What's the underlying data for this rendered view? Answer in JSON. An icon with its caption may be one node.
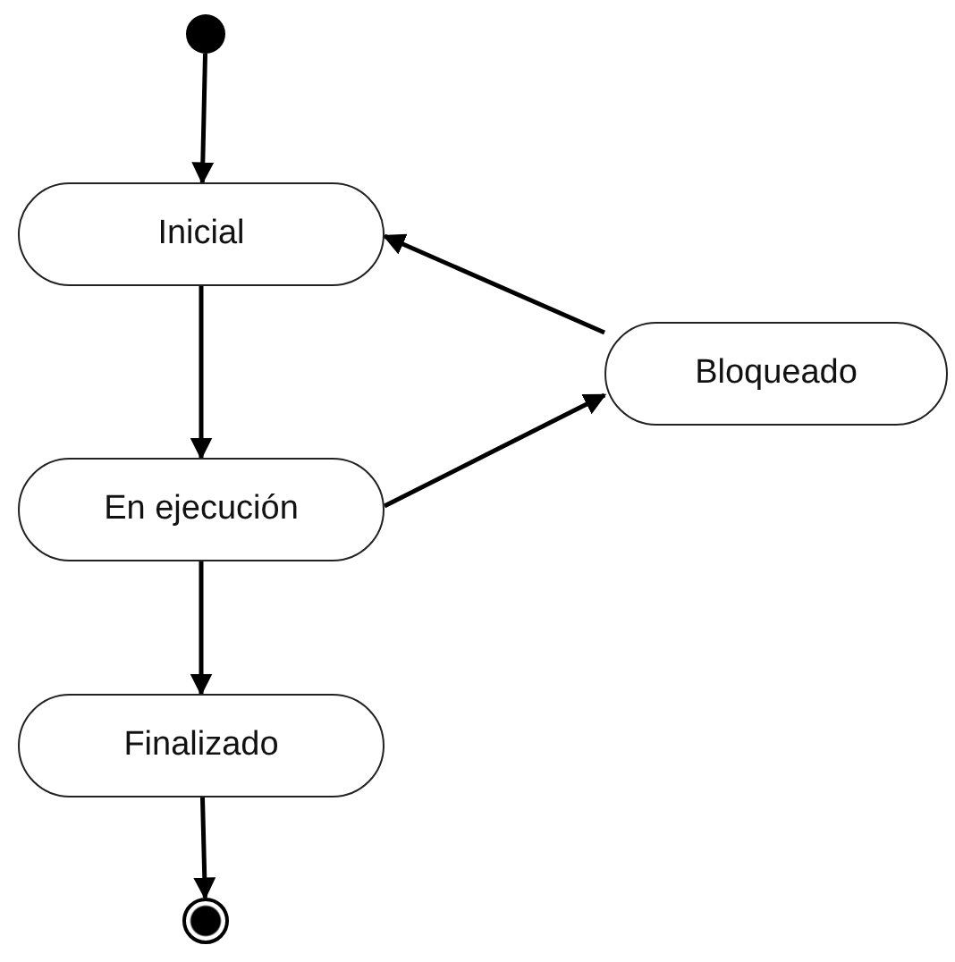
{
  "diagram": {
    "nodes": [
      {
        "text": [],
        "shape": "circle"
      },
      {
        "text": [
          "Inicial"
        ]
      },
      {
        "text": [
          "En ejecución"
        ]
      },
      {
        "text": [
          "Bloqueado"
        ]
      },
      {
        "text": [
          "Finalizado"
        ]
      },
      {
        "text": [],
        "shape": "circle"
      }
    ],
    "edges": [
      {
        "from": 0,
        "to": 1,
        "arrow": "to"
      },
      {
        "from": 1,
        "to": 2,
        "arrow": "to"
      },
      {
        "from": 2,
        "to": 3,
        "arrow": "to"
      },
      {
        "from": 3,
        "to": 1,
        "arrow": "to"
      },
      {
        "from": 2,
        "to": 4,
        "arrow": "to"
      },
      {
        "from": 4,
        "to": 5,
        "arrow": "to"
      }
    ]
  }
}
